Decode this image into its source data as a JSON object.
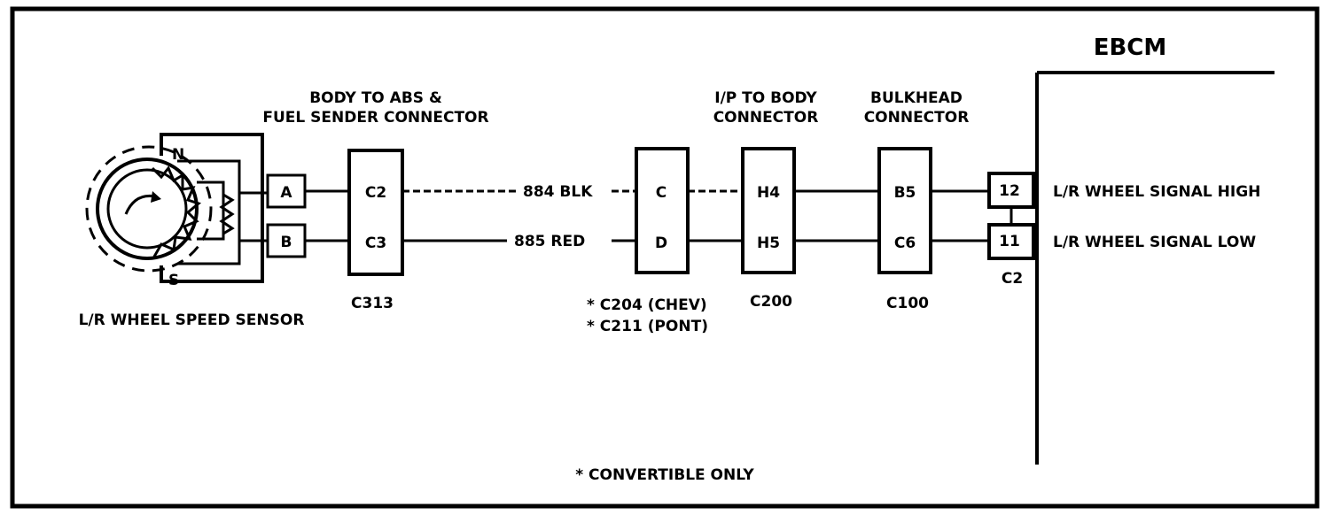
{
  "ebcm": {
    "title": "EBCM",
    "signal_high": "L/R WHEEL SIGNAL HIGH",
    "signal_low": "L/R WHEEL SIGNAL LOW",
    "connector": "C2",
    "pin_high": "12",
    "pin_low": "11"
  },
  "sensor": {
    "label": "L/R WHEEL SPEED SENSOR",
    "north": "N",
    "south": "S",
    "pin_a": "A",
    "pin_b": "B"
  },
  "c313": {
    "title_line1": "BODY TO ABS &",
    "title_line2": "FUEL SENDER CONNECTOR",
    "pin_top": "C2",
    "pin_bottom": "C3",
    "id": "C313"
  },
  "wires": {
    "top": "884 BLK",
    "bottom": "885 RED"
  },
  "c204": {
    "pin_top": "C",
    "pin_bottom": "D",
    "note_line1": "* C204 (CHEV)",
    "note_line2": "* C211 (PONT)"
  },
  "c200": {
    "title_line1": "I/P TO BODY",
    "title_line2": "CONNECTOR",
    "pin_top": "H4",
    "pin_bottom": "H5",
    "id": "C200"
  },
  "c100": {
    "title_line1": "BULKHEAD",
    "title_line2": "CONNECTOR",
    "pin_top": "B5",
    "pin_bottom": "C6",
    "id": "C100"
  },
  "footnote": "* CONVERTIBLE ONLY"
}
